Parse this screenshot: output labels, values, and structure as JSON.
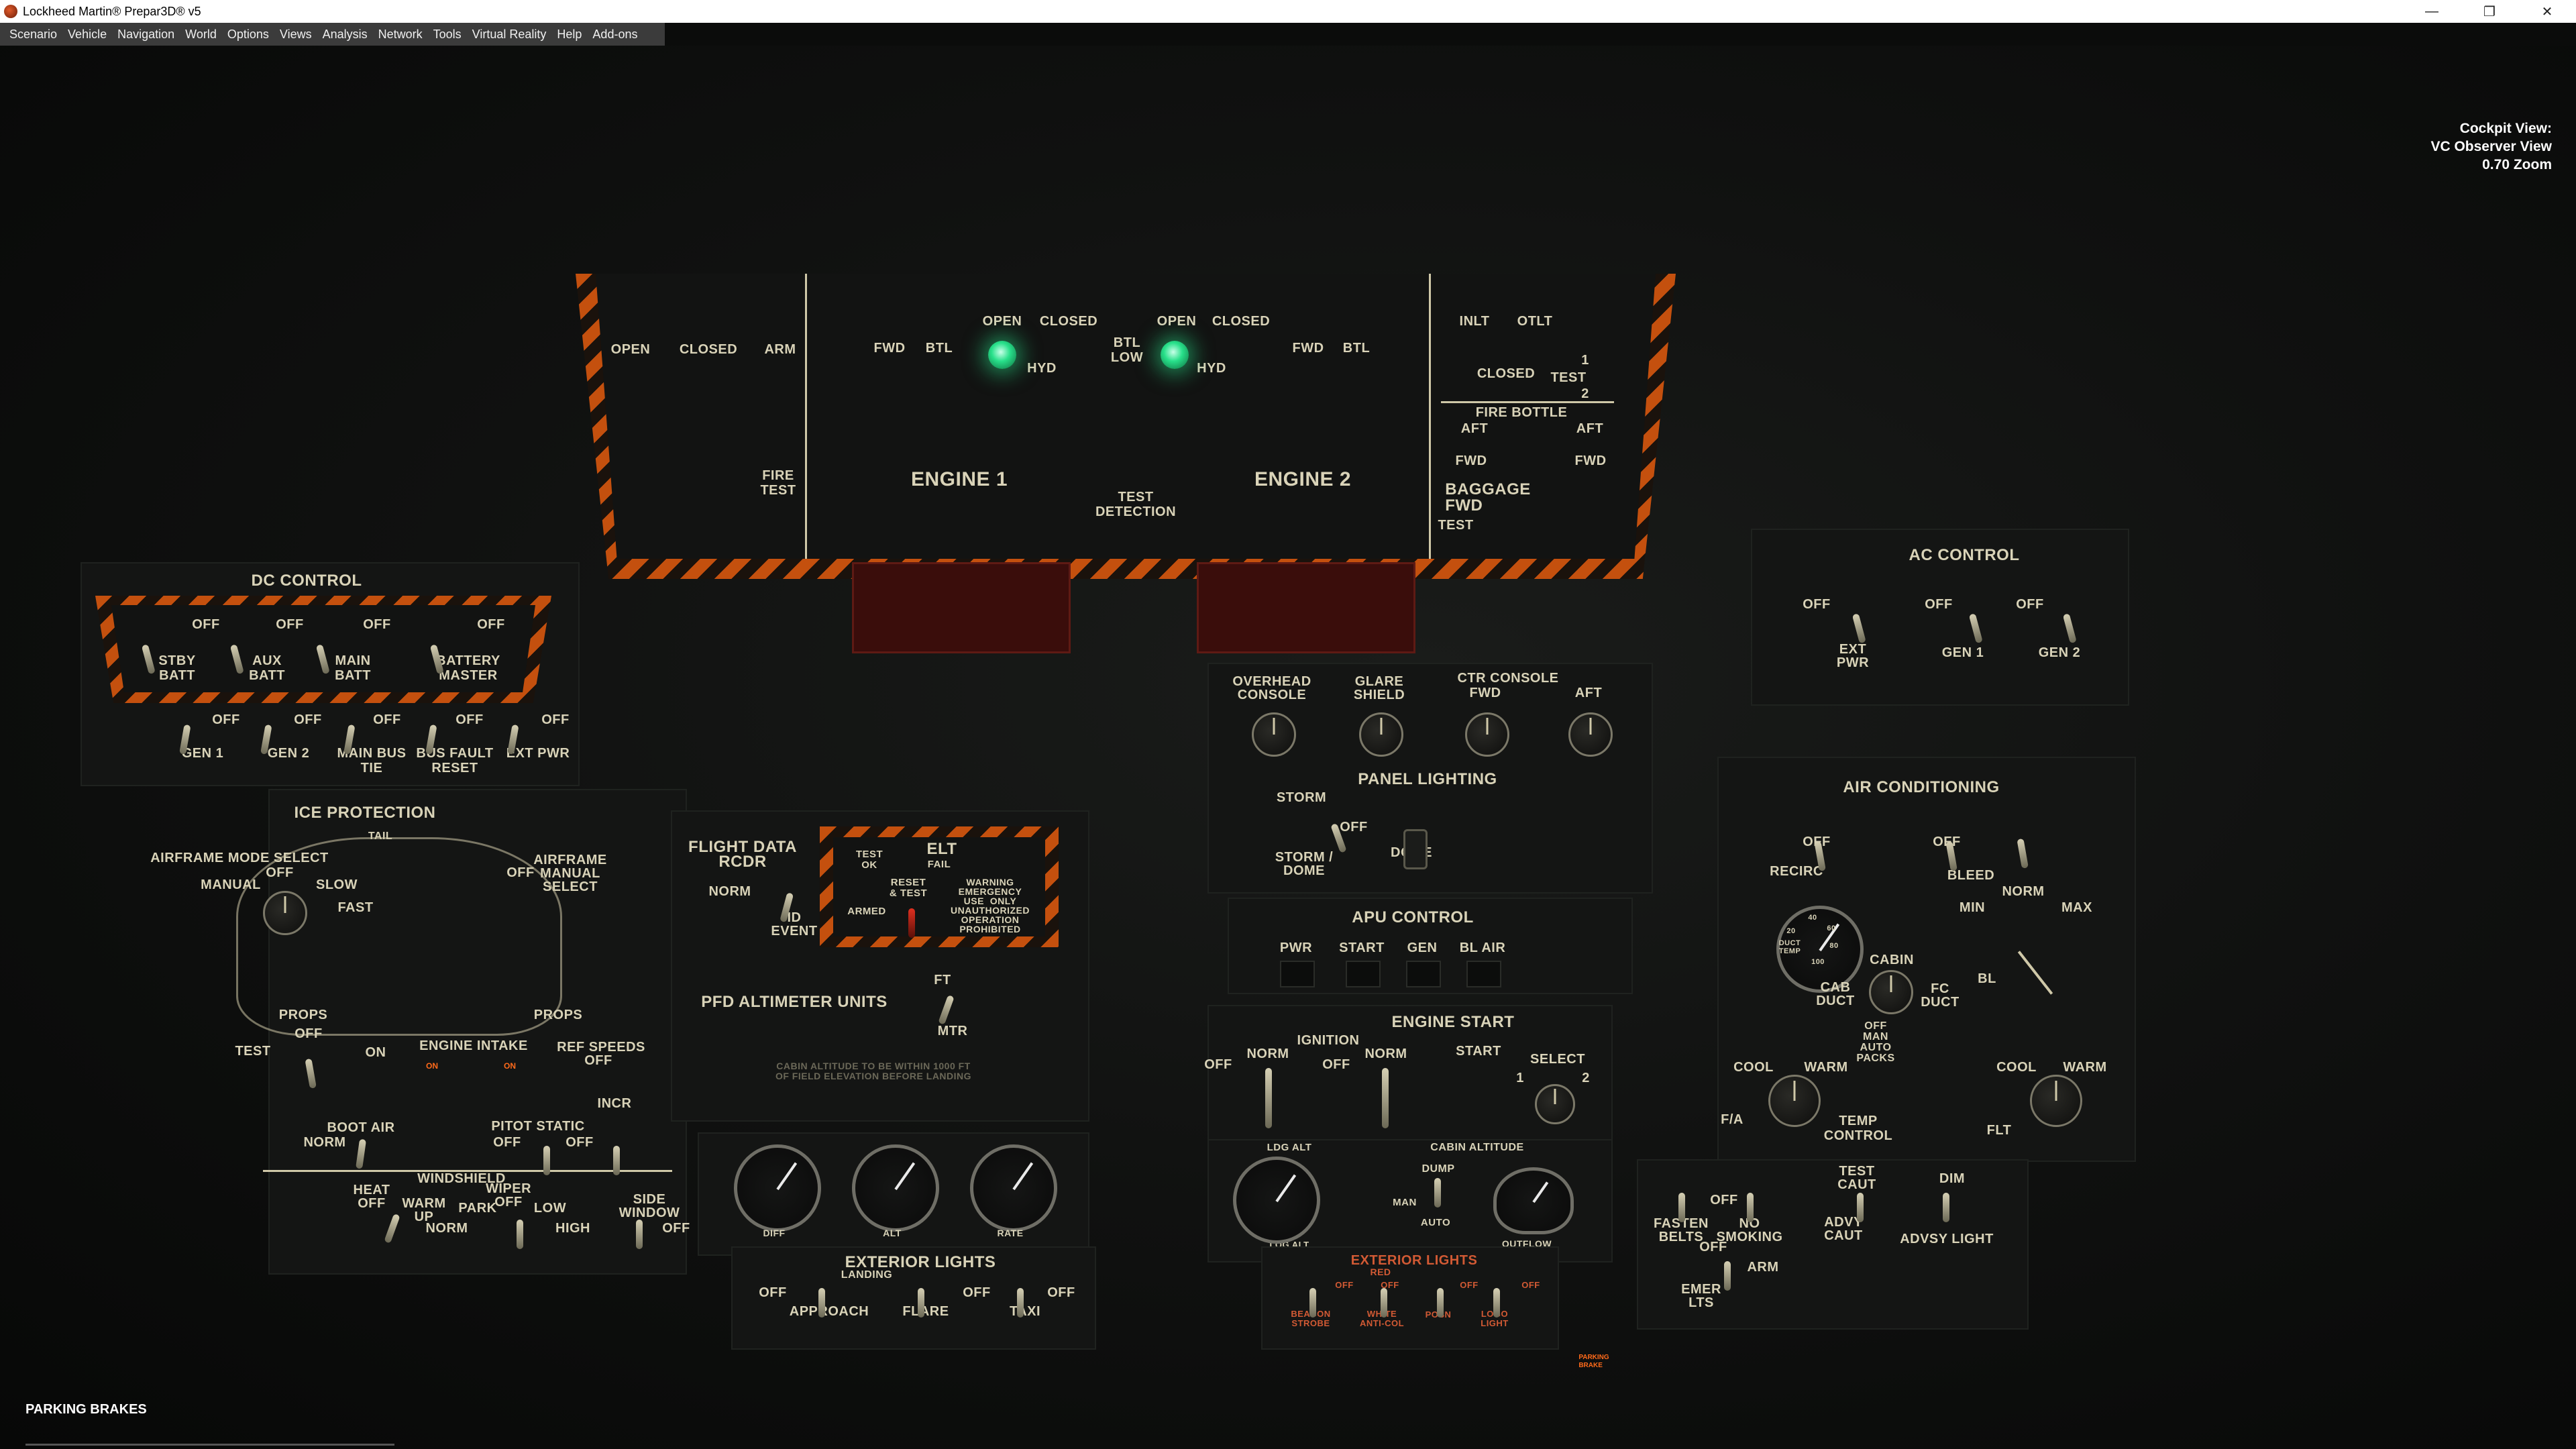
{
  "window": {
    "title": "Lockheed Martin® Prepar3D® v5",
    "controls": [
      "—",
      "❐",
      "✕"
    ]
  },
  "menu": [
    "Scenario",
    "Vehicle",
    "Navigation",
    "World",
    "Options",
    "Views",
    "Analysis",
    "Network",
    "Tools",
    "Virtual Reality",
    "Help",
    "Add-ons"
  ],
  "view_info": {
    "line1": "Cockpit View:",
    "line2": "VC Observer View",
    "line3": "0.70 Zoom"
  },
  "status_message": "PARKING BRAKES",
  "colors": {
    "hazard": "#c4500e",
    "label": "#d9d3b8",
    "annunciator_green": "#28e08a",
    "annunciator_amber": "#ff6a1a"
  },
  "fire_panel": {
    "open": "OPEN",
    "closed": "CLOSED",
    "arm": "ARM",
    "fwd": "FWD",
    "btl": "BTL",
    "open2": "OPEN",
    "closed2": "CLOSED",
    "hyd": "HYD",
    "btl_low": "BTL\nLOW",
    "open3": "OPEN",
    "closed3": "CLOSED",
    "hyd2": "HYD",
    "fwd2": "FWD",
    "btl2": "BTL",
    "fire_test": "FIRE\nTEST",
    "engine1": "ENGINE  1",
    "engine2": "ENGINE  2",
    "test_detection": "TEST\nDETECTION",
    "inlt": "INLT",
    "otlt": "OTLT",
    "closed4": "CLOSED",
    "test": "TEST",
    "one": "1",
    "two": "2",
    "fire_bottle": "FIRE BOTTLE",
    "aft": "AFT",
    "aft2": "AFT",
    "fwd3": "FWD",
    "fwd4": "FWD",
    "baggage_fwd": "BAGGAGE\nFWD",
    "test2": "TEST"
  },
  "dc_control": {
    "title": "DC  CONTROL",
    "top_offs": [
      "OFF",
      "OFF",
      "OFF",
      "OFF"
    ],
    "top_labels": [
      "STBY\nBATT",
      "AUX\nBATT",
      "MAIN\nBATT",
      "BATTERY\nMASTER"
    ],
    "bottom_offs": [
      "OFF",
      "OFF",
      "OFF",
      "OFF",
      "OFF"
    ],
    "bottom_labels": [
      "GEN 1",
      "GEN 2",
      "MAIN BUS\nTIE",
      "BUS FAULT\nRESET",
      "EXT PWR"
    ]
  },
  "ice_protection": {
    "title": "ICE  PROTECTION",
    "tail": "TAIL",
    "airframe_mode_select": "AIRFRAME MODE SELECT",
    "off": "OFF",
    "manual": "MANUAL",
    "slow": "SLOW",
    "fast": "FAST",
    "airframe_manual_select": "AIRFRAME\nMANUAL\nSELECT",
    "off2": "OFF",
    "props": "PROPS",
    "props2": "PROPS",
    "off3": "OFF",
    "on": "ON",
    "test": "TEST",
    "engine_intake": "ENGINE INTAKE",
    "ref_speeds": "REF SPEEDS",
    "off4": "OFF",
    "incr": "INCR",
    "boot_air": "BOOT AIR",
    "pitot_static": "PITOT STATIC",
    "norm": "NORM",
    "off5": "OFF",
    "off6": "OFF",
    "windshield": "WINDSHIELD",
    "heat_off": "HEAT\nOFF",
    "warm_up": "WARM\nUP",
    "park": "PARK",
    "wiper": "WIPER\nOFF",
    "low": "LOW",
    "high": "HIGH",
    "side_window": "SIDE\nWINDOW",
    "norm2": "NORM",
    "off7": "OFF",
    "on2": "ON",
    "on3": "ON"
  },
  "fdr": {
    "title": "FLIGHT DATA\nRCDR",
    "norm": "NORM",
    "id": "ID\nEVENT"
  },
  "elt": {
    "title": "ELT",
    "test_ok": "TEST\nOK",
    "fail": "FAIL",
    "reset_test": "RESET\n& TEST",
    "armed": "ARMED",
    "warning": "WARNING\nEMERGENCY\nUSE  ONLY\nUNAUTHORIZED\nOPERATION\nPROHIBITED"
  },
  "pfd_alt": {
    "title": "PFD  ALTIMETER  UNITS",
    "ft": "FT",
    "mtr": "MTR"
  },
  "center_gauges": {
    "diff": "DIFF",
    "alt": "ALT",
    "rate": "RATE",
    "note": "CABIN ALTITUDE TO BE WITHIN 1000 FT\nOF FIELD ELEVATION BEFORE LANDING"
  },
  "ext_lights_left": {
    "title": "EXTERIOR  LIGHTS",
    "landing": "LANDING",
    "offs": [
      "OFF",
      "OFF",
      "OFF"
    ],
    "labels": [
      "APPROACH",
      "FLARE",
      "TAXI"
    ]
  },
  "panel_lighting": {
    "overhead_console": "OVERHEAD\nCONSOLE",
    "glare_shield": "GLARE\nSHIELD",
    "ctr_console": "CTR  CONSOLE",
    "fwd": "FWD",
    "aft": "AFT",
    "title": "PANEL  LIGHTING",
    "storm": "STORM",
    "off": "OFF",
    "storm_dome": "STORM /\nDOME",
    "dome": "DOME"
  },
  "apu": {
    "title": "APU  CONTROL",
    "items": [
      "PWR",
      "START",
      "GEN",
      "BL AIR"
    ]
  },
  "engine_start": {
    "title": "ENGINE  START",
    "ignition": "IGNITION",
    "norm": "NORM",
    "off": "OFF",
    "off2": "OFF",
    "norm2": "NORM",
    "start": "START",
    "select": "SELECT",
    "one": "1",
    "two": "2"
  },
  "cabin_alt": {
    "ldg_alt": "LDG ALT",
    "title": "CABIN  ALTITUDE",
    "dump": "DUMP",
    "man": "MAN",
    "auto": "AUTO",
    "log_alt": "LOG ALT",
    "outflow": "OUTFLOW"
  },
  "ext_lights_right": {
    "title": "EXTERIOR  LIGHTS",
    "red": "RED",
    "offs": [
      "OFF",
      "OFF",
      "OFF",
      "OFF"
    ],
    "labels": [
      "BEACON\nSTROBE",
      "WHITE\nANTI-COL",
      "POSN",
      "LOGO\nLIGHT"
    ]
  },
  "ac_control": {
    "title": "AC  CONTROL",
    "offs": [
      "OFF",
      "OFF",
      "OFF"
    ],
    "labels": [
      "EXT\nPWR",
      "GEN 1",
      "GEN 2"
    ]
  },
  "air_conditioning": {
    "title": "AIR  CONDITIONING",
    "recirc": "RECIRC",
    "off": "OFF",
    "off2": "OFF",
    "bleed": "BLEED",
    "norm": "NORM",
    "min": "MIN",
    "max": "MAX",
    "duct_temp": "DUCT\nTEMP",
    "cabin": "CABIN",
    "cab_duct": "CAB\nDUCT",
    "fc_duct": "FC\nDUCT",
    "bl": "BL",
    "off_man_auto_packs": "OFF\nMAN\nAUTO\nPACKS",
    "cool": "COOL",
    "warm": "WARM",
    "cool2": "COOL",
    "warm2": "WARM",
    "fa": "F/A",
    "flt": "FLT",
    "temp_control": "TEMP\nCONTROL",
    "gauge_ticks": [
      "20",
      "40",
      "60",
      "80",
      "100"
    ]
  },
  "signs": {
    "test_caut": "TEST\nCAUT",
    "dim": "DIM",
    "off": "OFF",
    "fasten_belts": "FASTEN\nBELTS",
    "no_smoking": "NO\nSMOKING",
    "advy_caut": "ADVY\nCAUT",
    "advsy_light": "ADVSY LIGHT",
    "arm": "ARM",
    "emer_lts": "EMER\nLTS",
    "off2": "OFF"
  },
  "annunciators": {
    "on1": "ON",
    "on2": "ON",
    "parking": "PARKING\nBRAKE"
  }
}
